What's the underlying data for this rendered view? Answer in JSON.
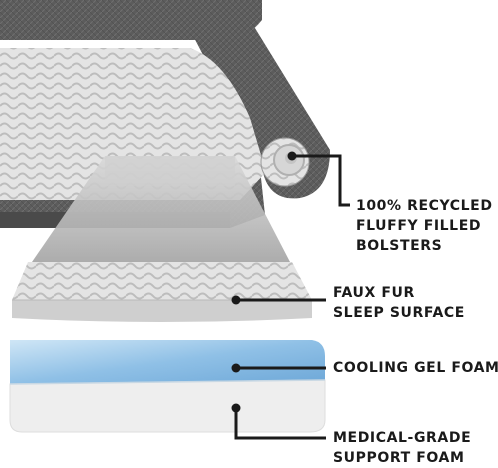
{
  "callouts": {
    "bolsters": [
      "100% RECYCLED",
      "FLUFFY FILLED",
      "BOLSTERS"
    ],
    "sleep_surface": [
      "FAUX FUR",
      "SLEEP SURFACE"
    ],
    "gel_foam": [
      "COOLING GEL FOAM"
    ],
    "support_foam": [
      "MEDICAL-GRADE",
      "SUPPORT FOAM"
    ]
  },
  "colors": {
    "bed_fabric": "#5a5a5a",
    "fur": "#e6e6e6",
    "gel": "#8fc0e6",
    "foam": "#eeeeee",
    "text": "#1a1a1a"
  }
}
